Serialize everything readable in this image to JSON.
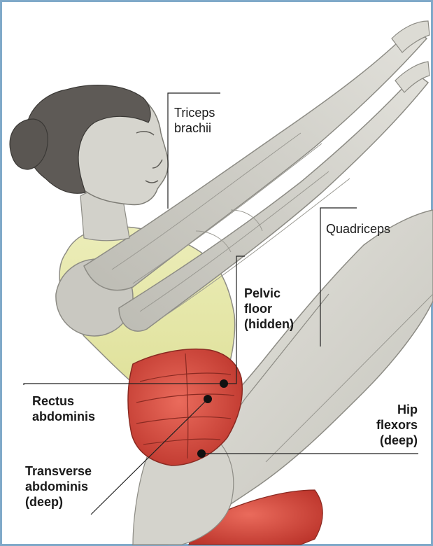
{
  "labels": {
    "triceps": {
      "line1": "Triceps",
      "line2": "brachii"
    },
    "quadriceps": {
      "line1": "Quadriceps"
    },
    "pelvic_floor": {
      "line1": "Pelvic",
      "line2": "floor",
      "line3": "(hidden)"
    },
    "rectus_abdominis": {
      "line1": "Rectus",
      "line2": "abdominis"
    },
    "hip_flexors": {
      "line1": "Hip",
      "line2": "flexors",
      "line3": "(deep)"
    },
    "transverse_abdominis": {
      "line1": "Transverse",
      "line2": "abdominis",
      "line3": "(deep)"
    }
  },
  "colors": {
    "frame": "#7fa9c9",
    "skin": "#d9d8d2",
    "skin_shadow": "#b9b8b0",
    "muscle_red": "#d9473c",
    "muscle_red_dark": "#a92a22",
    "top_yellow": "#e4e6a2",
    "hair": "#5e5a56",
    "leader": "#222222"
  }
}
